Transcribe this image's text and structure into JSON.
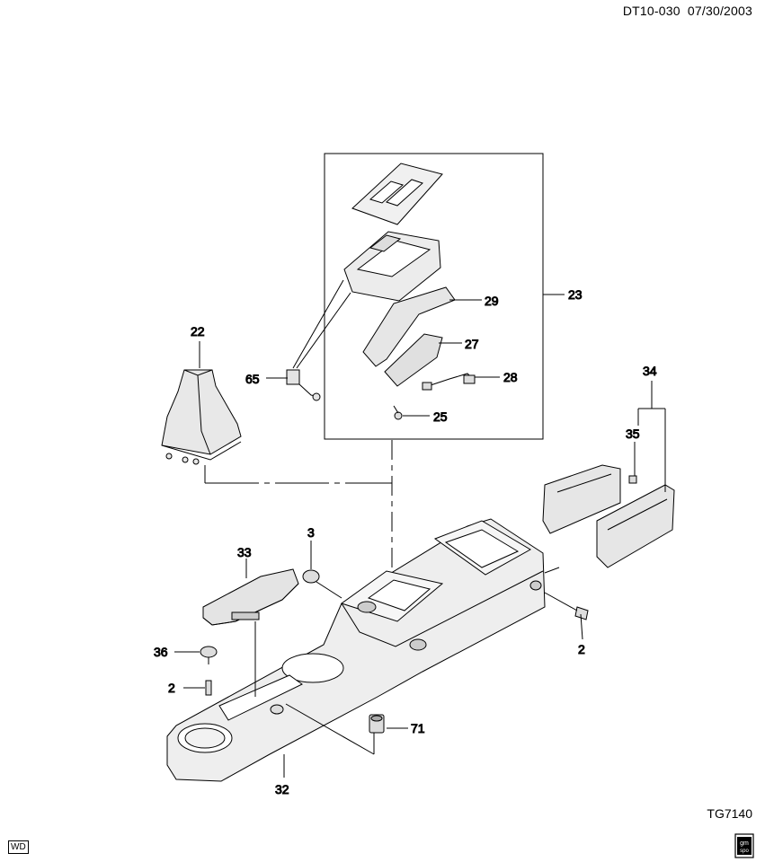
{
  "header": {
    "code": "DT10-030",
    "date": "07/30/2003"
  },
  "footer": {
    "figure_ref": "TG7140",
    "badge": "WD",
    "logo_text_top": "gm",
    "logo_text_bottom": "spo"
  },
  "callouts": [
    {
      "id": "23",
      "text": "23"
    },
    {
      "id": "29",
      "text": "29"
    },
    {
      "id": "27",
      "text": "27"
    },
    {
      "id": "28",
      "text": "28"
    },
    {
      "id": "25",
      "text": "25"
    },
    {
      "id": "22",
      "text": "22"
    },
    {
      "id": "65",
      "text": "65"
    },
    {
      "id": "34",
      "text": "34"
    },
    {
      "id": "35",
      "text": "35"
    },
    {
      "id": "3",
      "text": "3"
    },
    {
      "id": "33",
      "text": "33"
    },
    {
      "id": "36",
      "text": "36"
    },
    {
      "id": "2a",
      "text": "2"
    },
    {
      "id": "2b",
      "text": "2"
    },
    {
      "id": "71",
      "text": "71"
    },
    {
      "id": "32",
      "text": "32"
    }
  ]
}
